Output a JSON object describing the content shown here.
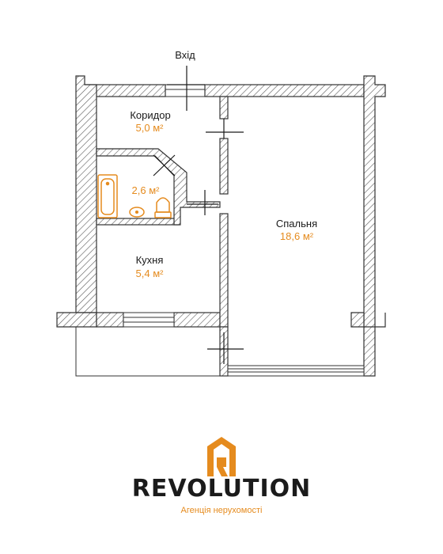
{
  "plan": {
    "entrance_label": "Вхід",
    "rooms": {
      "corridor": {
        "name": "Коридор",
        "area": "5,0 м²"
      },
      "bathroom": {
        "name": "",
        "area": "2,6 м²"
      },
      "kitchen": {
        "name": "Кухня",
        "area": "5,4 м²"
      },
      "bedroom": {
        "name": "Спальня",
        "area": "18,6 м²"
      }
    }
  },
  "brand": {
    "name": "REVOLUTION",
    "tagline": "Агенція нерухомості"
  },
  "colors": {
    "accent": "#e58b1e",
    "wall": "#3a3a3a",
    "text": "#1a1a1a"
  }
}
